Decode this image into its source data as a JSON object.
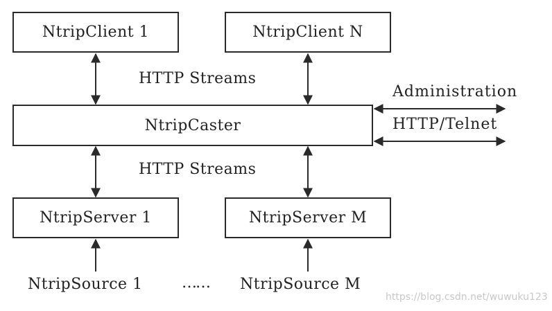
{
  "boxes": {
    "client_1": "NtripClient 1",
    "client_n": "NtripClient N",
    "caster": "NtripCaster",
    "server_1": "NtripServer 1",
    "server_m": "NtripServer M"
  },
  "labels": {
    "http_streams_top": "HTTP Streams",
    "http_streams_bottom": "HTTP Streams",
    "administration": "Administration",
    "http_telnet": "HTTP/Telnet",
    "source_1": "NtripSource 1",
    "ellipsis": "……",
    "source_m": "NtripSource M"
  },
  "watermark": "https://blog.csdn.net/wuwuku123",
  "colors": {
    "line": "#2a2a2a",
    "text": "#222222",
    "watermark": "#c8c8c8"
  }
}
